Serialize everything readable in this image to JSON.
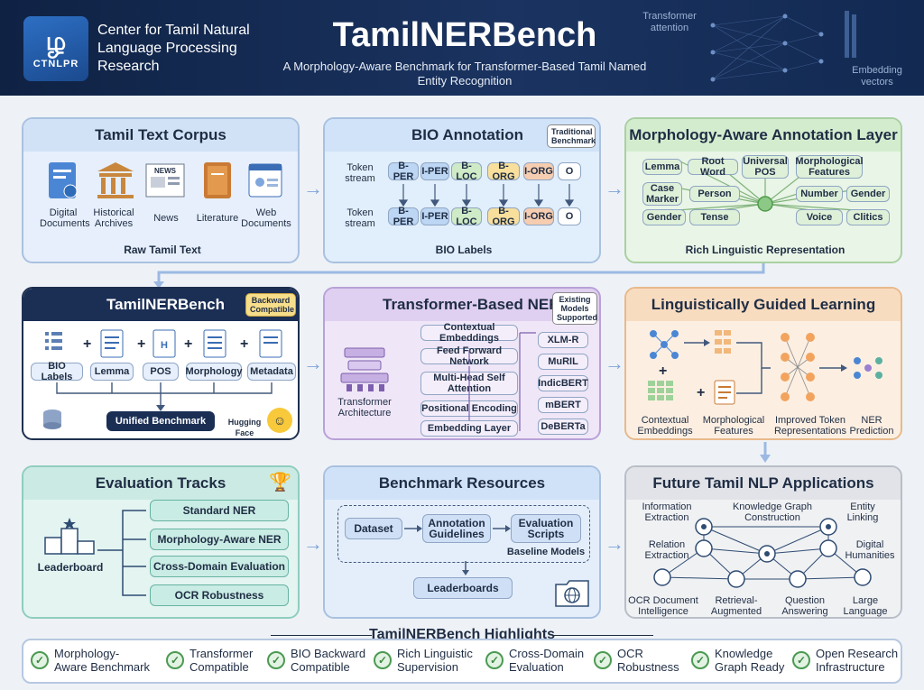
{
  "header": {
    "logo_glyph": "ழ",
    "logo_abbr": "CTNLPR",
    "org_name": "Center for Tamil Natural Language Processing Research",
    "title": "TamilNERBench",
    "subtitle": "A Morphology-Aware Benchmark for Transformer-Based Tamil Named Entity Recognition",
    "transformer_attention": "Transformer attention",
    "embedding_vectors": "Embedding vectors"
  },
  "corpus": {
    "title": "Tamil Text Corpus",
    "sources": [
      "Digital Documents",
      "Historical Archives",
      "News",
      "Literature",
      "Web Documents"
    ],
    "footer": "Raw Tamil Text"
  },
  "bio": {
    "title": "BIO Annotation",
    "badge": "Traditional Benchmark",
    "stream_label": "Token stream",
    "tags": [
      "B-PER",
      "I-PER",
      "B-LOC",
      "B-ORG",
      "I-ORG",
      "O"
    ],
    "footer": "BIO Labels"
  },
  "morph": {
    "title": "Morphology-Aware Annotation Layer",
    "features": [
      "Lemma",
      "Root Word",
      "Universal POS",
      "Morphological Features",
      "Case Marker",
      "Person",
      "Number",
      "Gender",
      "Gender",
      "Tense",
      "Voice",
      "Clitics"
    ],
    "footer": "Rich Linguistic Representation"
  },
  "bench": {
    "title": "TamilNERBench",
    "badge": "Backward Compatible",
    "parts": [
      "BIO Labels",
      "Lemma",
      "POS",
      "Morphology",
      "Metadata"
    ],
    "unified": "Unified Benchmark",
    "hf": "Hugging Face"
  },
  "tner": {
    "title": "Transformer-Based NER",
    "badge": "Existing Models Supported",
    "layers": [
      "Contextual Embeddings",
      "Feed Forward Network",
      "Multi-Head Self Attention",
      "Positional Encoding",
      "Embedding Layer"
    ],
    "arch_label": "Transformer Architecture",
    "models": [
      "XLM-R",
      "MuRIL",
      "IndicBERT",
      "mBERT",
      "DeBERTa"
    ]
  },
  "lgl": {
    "title": "Linguistically Guided Learning",
    "items": [
      "Contextual Embeddings",
      "Morphological Features",
      "Improved Token Representations",
      "NER Prediction"
    ]
  },
  "eval": {
    "title": "Evaluation Tracks",
    "leaderboard": "Leaderboard",
    "tracks": [
      "Standard NER",
      "Morphology-Aware NER",
      "Cross-Domain Evaluation",
      "OCR Robustness"
    ]
  },
  "res": {
    "title": "Benchmark Resources",
    "steps": [
      "Dataset",
      "Annotation Guidelines",
      "Evaluation Scripts"
    ],
    "baseline": "Baseline Models",
    "leaderboards": "Leaderboards"
  },
  "future": {
    "title": "Future Tamil NLP Applications",
    "apps": [
      "Information Extraction",
      "Knowledge Graph Construction",
      "Entity Linking",
      "Relation Extraction",
      "Digital Humanities",
      "OCR Document Intelligence",
      "Retrieval-Augmented Generation",
      "Question Answering",
      "Large Language Models"
    ]
  },
  "highlights": {
    "title": "TamilNERBench Highlights",
    "items": [
      "Morphology-Aware Benchmark",
      "Transformer Compatible",
      "BIO Backward Compatible",
      "Rich Linguistic Supervision",
      "Cross-Domain Evaluation",
      "OCR Robustness",
      "Knowledge Graph Ready",
      "Open Research Infrastructure"
    ]
  },
  "colors": {
    "header_bg": "#13284f",
    "corpus": "#e6effb",
    "bio": "#e1eefb",
    "morph": "#e9f5e6",
    "bench": "#ffffff",
    "tner": "#efe6f7",
    "lgl": "#fcefe2",
    "eval": "#e3f4f1",
    "res": "#e4eefb",
    "future": "#f0f1f3"
  }
}
